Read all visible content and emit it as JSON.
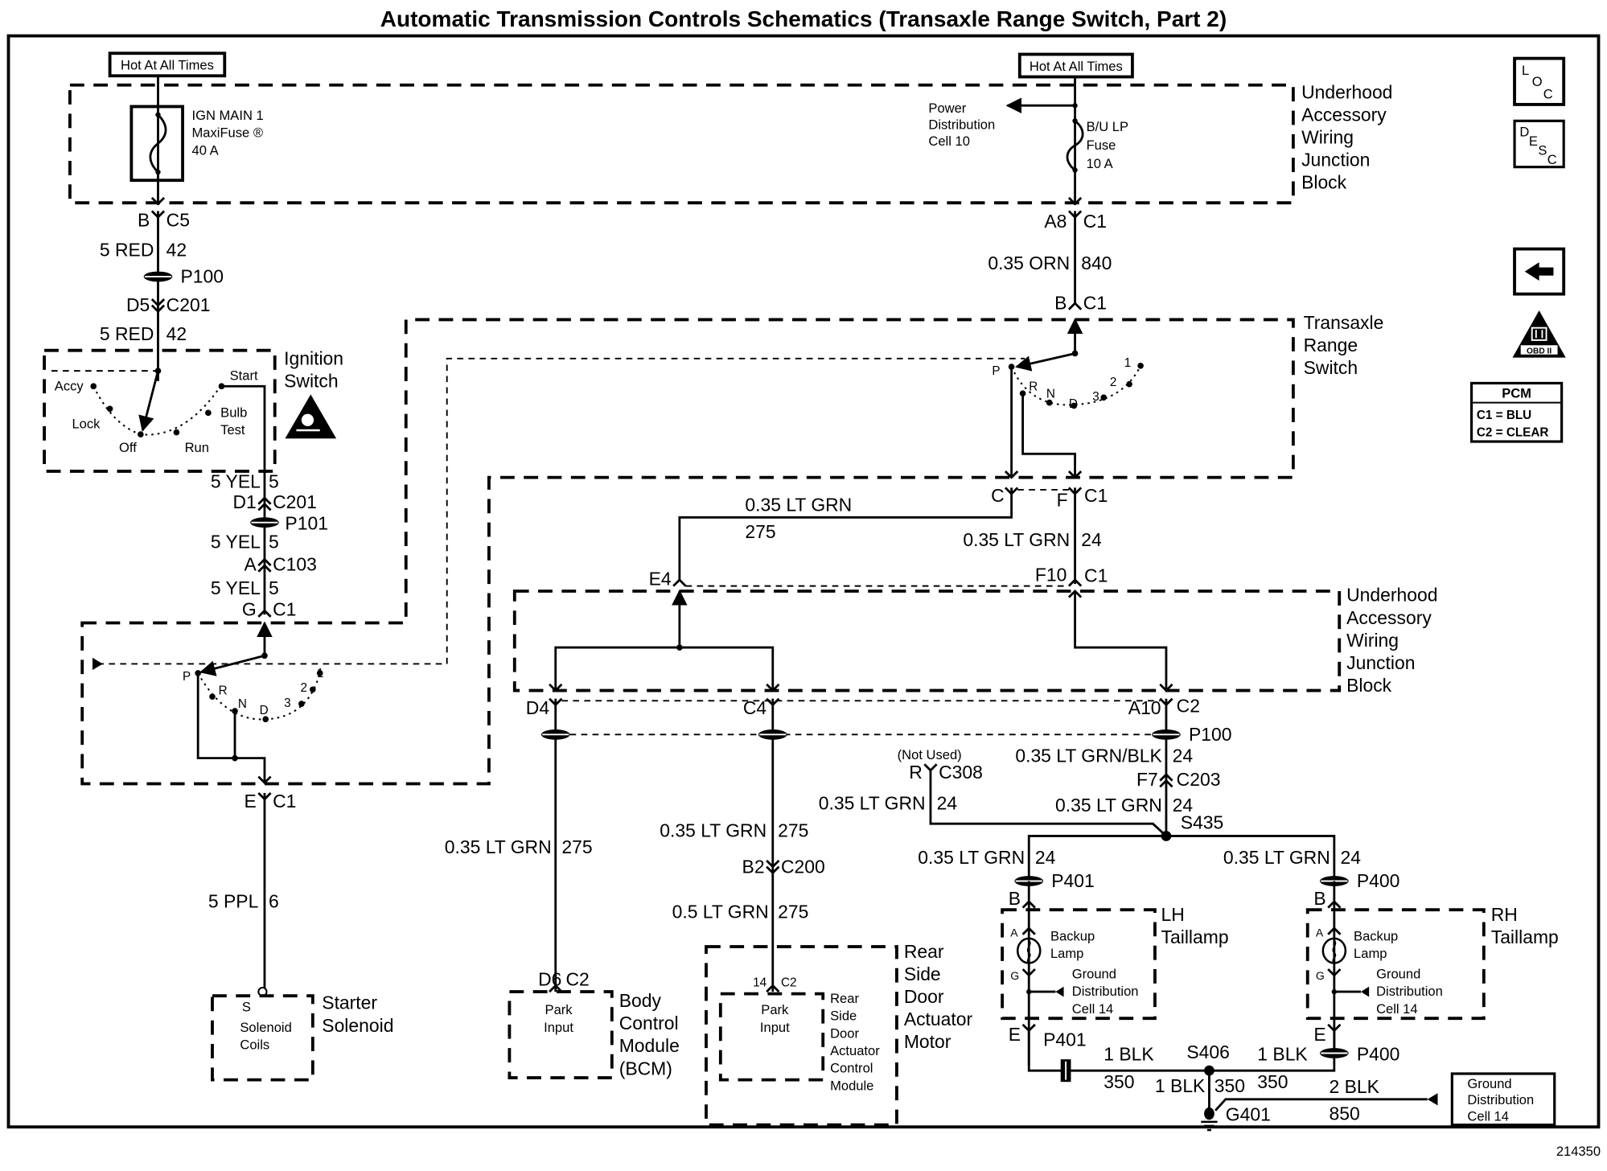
{
  "title": "Automatic Transmission Controls Schematics (Transaxle Range Switch, Part 2)",
  "figure_id": "214350",
  "side_icons": {
    "loc": [
      "L",
      "O",
      "C"
    ],
    "desc": [
      "D",
      "E",
      "S",
      "C"
    ],
    "back_arrow": "back-arrow",
    "obd": {
      "numeral": "II",
      "label": "OBD II"
    },
    "pcm_legend": {
      "title": "PCM",
      "rows": [
        "C1 = BLU",
        "C2 = CLEAR"
      ]
    }
  },
  "power": {
    "left_hot": "Hot At All Times",
    "right_hot": "Hot At All Times",
    "ign_fuse": [
      "IGN MAIN 1",
      "MaxiFuse ®",
      "40 A"
    ],
    "bu_fuse": [
      "B/U LP",
      "Fuse",
      "10 A"
    ],
    "power_dist": [
      "Power",
      "Distribution",
      "Cell 10"
    ]
  },
  "components": {
    "uawjb_top": [
      "Underhood",
      "Accessory",
      "Wiring",
      "Junction",
      "Block"
    ],
    "uawjb_mid": [
      "Underhood",
      "Accessory",
      "Wiring",
      "Junction",
      "Block"
    ],
    "ignition_switch": [
      "Ignition",
      "Switch"
    ],
    "ign_positions": {
      "accy": "Accy",
      "lock": "Lock",
      "off": "Off",
      "run": "Run",
      "bulb": "Bulb",
      "test": "Test",
      "start": "Start"
    },
    "trs": [
      "Transaxle",
      "Range",
      "Switch"
    ],
    "trs_positions": [
      "P",
      "R",
      "N",
      "D",
      "3",
      "2",
      "1"
    ],
    "starter": [
      "Starter",
      "Solenoid"
    ],
    "starter_inner": [
      "S",
      "Solenoid",
      "Coils"
    ],
    "bcm": [
      "Body",
      "Control",
      "Module",
      "(BCM)"
    ],
    "park_input": [
      "Park",
      "Input"
    ],
    "rsdam": [
      "Rear",
      "Side",
      "Door",
      "Actuator",
      "Motor"
    ],
    "rsdacm": [
      "Rear",
      "Side",
      "Door",
      "Actuator",
      "Control",
      "Module"
    ],
    "lh_taillamp": [
      "LH",
      "Taillamp"
    ],
    "rh_taillamp": [
      "RH",
      "Taillamp"
    ],
    "backup_lamp": [
      "Backup",
      "Lamp"
    ],
    "ground_dist": [
      "Ground",
      "Distribution",
      "Cell 14"
    ]
  },
  "connectors": {
    "b_c5": [
      "B",
      "C5"
    ],
    "d5_c201": [
      "D5",
      "C201"
    ],
    "d1_c201": [
      "D1",
      "C201"
    ],
    "a_c103": [
      "A",
      "C103"
    ],
    "g_c1": [
      "G",
      "C1"
    ],
    "e_c1": [
      "E",
      "C1"
    ],
    "a8_c1": [
      "A8",
      "C1"
    ],
    "b_c1": [
      "B",
      "C1"
    ],
    "c": "C",
    "f_c1": [
      "F",
      "C1"
    ],
    "e4": "E4",
    "f10_c1": [
      "F10",
      "C1"
    ],
    "d4": "D4",
    "c4": "C4",
    "a10_c2": [
      "A10",
      "C2"
    ],
    "r_c308": [
      "R",
      "C308"
    ],
    "not_used": "(Not Used)",
    "f7_c203": [
      "F7",
      "C203"
    ],
    "b2_c200": [
      "B2",
      "C200"
    ],
    "d6_c2": [
      "D6",
      "C2"
    ],
    "n14_c2": [
      "14",
      "C2"
    ],
    "pin_s": "S",
    "pin_a": "A",
    "pin_b": "B",
    "pin_g": "G",
    "pin_e": "E"
  },
  "splices": {
    "p100_left": "P100",
    "p101": "P101",
    "p100_right": "P100",
    "p401_top": "P401",
    "p400_top": "P400",
    "p401_bot": "P401",
    "p400_bot": "P400",
    "s435": "S435",
    "s406": "S406",
    "g401": "G401"
  },
  "wires": {
    "red_1": [
      "5 RED",
      "42"
    ],
    "red_2": [
      "5 RED",
      "42"
    ],
    "yel_1": [
      "5 YEL",
      "5"
    ],
    "yel_2": [
      "5 YEL",
      "5"
    ],
    "yel_3": [
      "5 YEL",
      "5"
    ],
    "ppl": [
      "5 PPL",
      "6"
    ],
    "orn": [
      "0.35 ORN",
      "840"
    ],
    "ltgrn_275_top": [
      "0.35 LT GRN",
      "275"
    ],
    "ltgrn_24_top": [
      "0.35 LT GRN",
      "24"
    ],
    "ltgrn_275_bcm": [
      "0.35 LT GRN",
      "275"
    ],
    "ltgrn_275_rsd": [
      "0.35 LT GRN",
      "275"
    ],
    "ltgrn_275_05": [
      "0.5 LT GRN",
      "275"
    ],
    "ltgrnblk": [
      "0.35 LT GRN/BLK",
      "24"
    ],
    "ltgrn_c308": [
      "0.35 LT GRN",
      "24"
    ],
    "ltgrn_s435": [
      "0.35 LT GRN",
      "24"
    ],
    "ltgrn_lh": [
      "0.35 LT GRN",
      "24"
    ],
    "ltgrn_rh": [
      "0.35 LT GRN",
      "24"
    ],
    "blk_lh": [
      "1 BLK",
      "350"
    ],
    "blk_rh": [
      "1 BLK",
      "350"
    ],
    "blk_g": [
      "1 BLK",
      "350"
    ],
    "blk_2": [
      "2 BLK",
      "850"
    ]
  }
}
